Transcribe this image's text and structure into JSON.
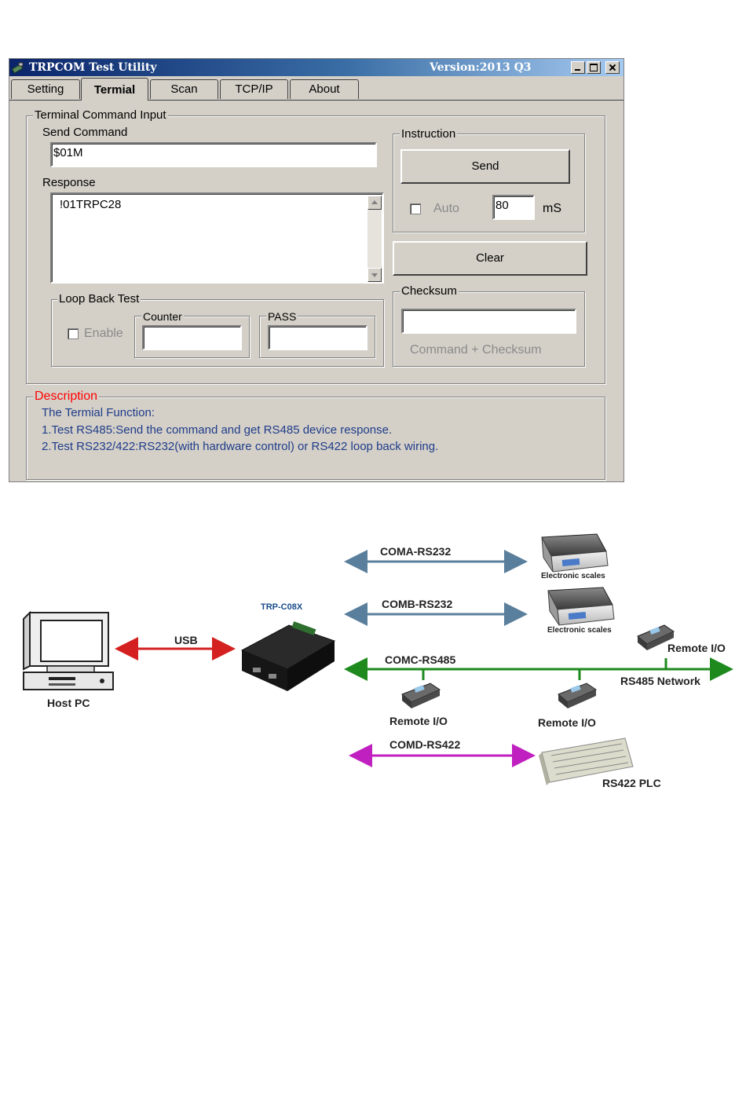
{
  "window": {
    "title": "TRPCOM Test Utility",
    "version": "Version:2013 Q3"
  },
  "tabs": [
    {
      "label": "Setting"
    },
    {
      "label": "Termial",
      "active": true
    },
    {
      "label": "Scan"
    },
    {
      "label": "TCP/IP"
    },
    {
      "label": "About"
    }
  ],
  "terminal": {
    "group_label": "Terminal Command Input",
    "send_command_label": "Send Command",
    "send_command_value": "$01M",
    "response_label": "Response",
    "response_value": "!01TRPC28"
  },
  "instruction": {
    "group_label": "Instruction",
    "send_button": "Send",
    "auto_label": "Auto",
    "auto_checked": false,
    "interval_value": "80",
    "interval_unit": "mS"
  },
  "clear_button": "Clear",
  "checksum": {
    "group_label": "Checksum",
    "value": "",
    "hint": "Command + Checksum"
  },
  "loopback": {
    "group_label": "Loop Back Test",
    "enable_label": "Enable",
    "enable_checked": false,
    "counter_label": "Counter",
    "counter_value": "",
    "pass_label": "PASS",
    "pass_value": ""
  },
  "description": {
    "group_label": "Description",
    "lines": [
      "The Termial Function:",
      "1.Test RS485:Send the command and get  RS485 device response.",
      "2.Test RS232/422:RS232(with hardware control) or RS422 loop back wiring."
    ]
  },
  "diagram": {
    "host_label": "Host PC",
    "usb_label": "USB",
    "device_label": "TRP-C08X",
    "coma_label": "COMA-RS232",
    "comb_label": "COMB-RS232",
    "comc_label": "COMC-RS485",
    "comd_label": "COMD-RS422",
    "scale_label_1": "Electronic scales",
    "scale_label_2": "Electronic scales",
    "remote_io_1": "Remote I/O",
    "remote_io_2": "Remote I/O",
    "remote_io_3": "Remote I/O",
    "rs485_network": "RS485 Network",
    "plc_label": "RS422 PLC",
    "colors": {
      "usb_arrow": "#d42020",
      "rs232_arrow": "#5a7f9c",
      "rs485_line": "#1e8a1e",
      "rs422_arrow": "#c020c0"
    }
  }
}
